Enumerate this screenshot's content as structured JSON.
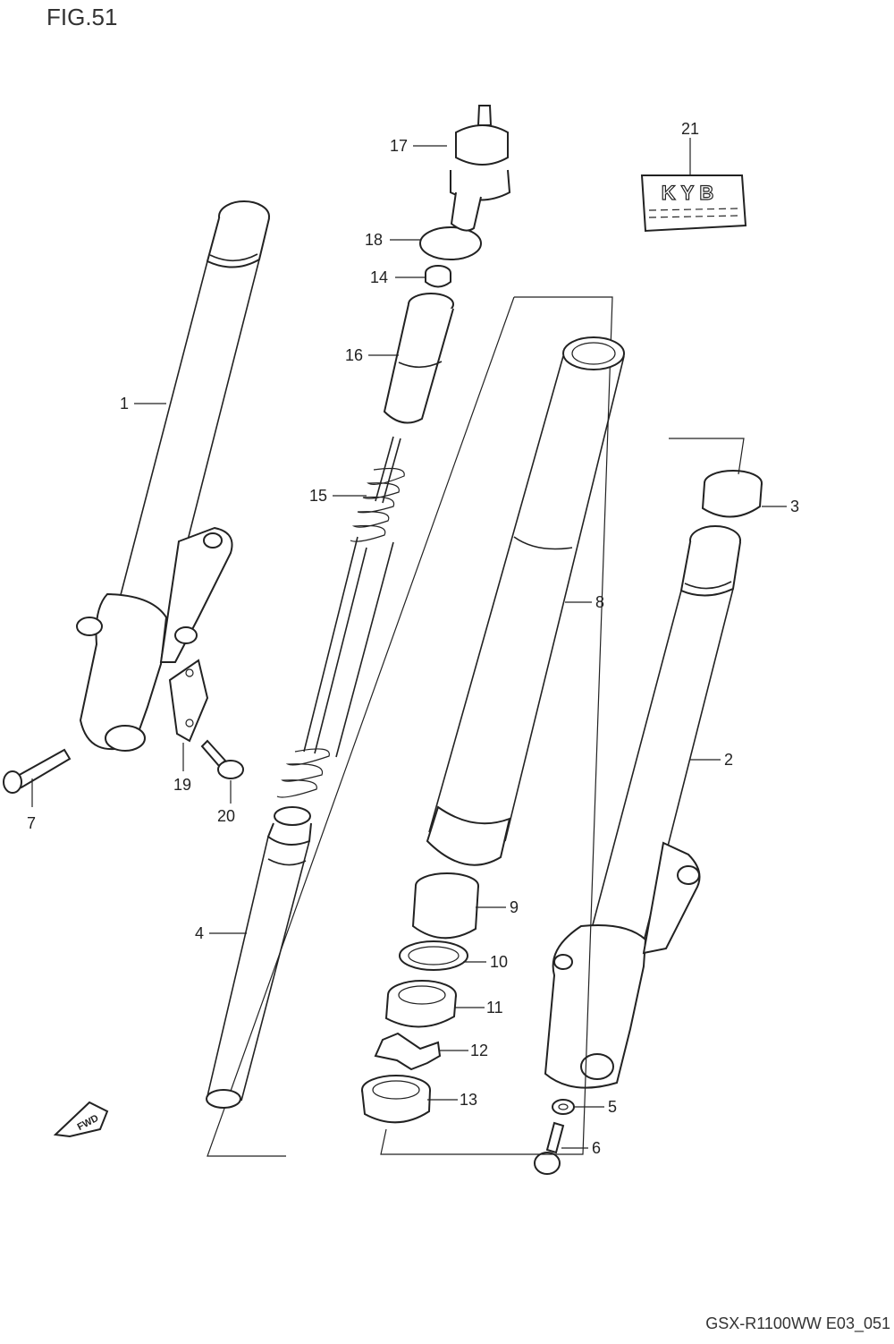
{
  "header": {
    "figure_label": "FIG.51"
  },
  "footer": {
    "model_code": "GSX-R1100WW  E03_051"
  },
  "diagram": {
    "fwd_badge": "FWD",
    "kyb_label": "KYB",
    "callouts": [
      {
        "id": "1",
        "label": "1"
      },
      {
        "id": "2",
        "label": "2"
      },
      {
        "id": "3",
        "label": "3"
      },
      {
        "id": "4",
        "label": "4"
      },
      {
        "id": "5",
        "label": "5"
      },
      {
        "id": "6",
        "label": "6"
      },
      {
        "id": "7",
        "label": "7"
      },
      {
        "id": "8",
        "label": "8"
      },
      {
        "id": "9",
        "label": "9"
      },
      {
        "id": "10",
        "label": "10"
      },
      {
        "id": "11",
        "label": "11"
      },
      {
        "id": "12",
        "label": "12"
      },
      {
        "id": "13",
        "label": "13"
      },
      {
        "id": "14",
        "label": "14"
      },
      {
        "id": "15",
        "label": "15"
      },
      {
        "id": "16",
        "label": "16"
      },
      {
        "id": "17",
        "label": "17"
      },
      {
        "id": "18",
        "label": "18"
      },
      {
        "id": "19",
        "label": "19"
      },
      {
        "id": "20",
        "label": "20"
      },
      {
        "id": "21",
        "label": "21"
      }
    ]
  }
}
